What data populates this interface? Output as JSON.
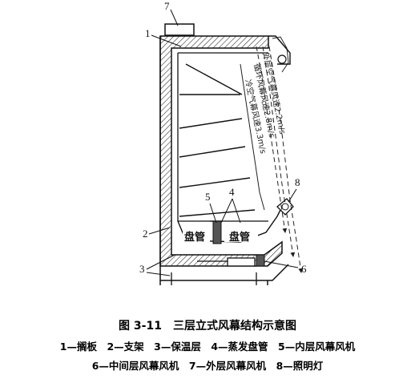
{
  "diagram": {
    "callouts": [
      "7",
      "1",
      "2",
      "3",
      "4",
      "5",
      "8",
      "6"
    ],
    "coil_labels": [
      "盘管",
      "盘管"
    ],
    "airflow_labels": [
      "外层空气幕风速2.2m/s",
      "循环风幕风速2.8m/s",
      "冷空气幕风速3.3m/s"
    ]
  },
  "caption": {
    "title": "图 3-11　三层立式风幕结构示意图",
    "legend_line1": "1—搁板　2—支架　3—保温层　4—蒸发盘管　5—内层风幕风机",
    "legend_line2": "6—中间层风幕风机　7—外层风幕风机　8—照明灯"
  }
}
